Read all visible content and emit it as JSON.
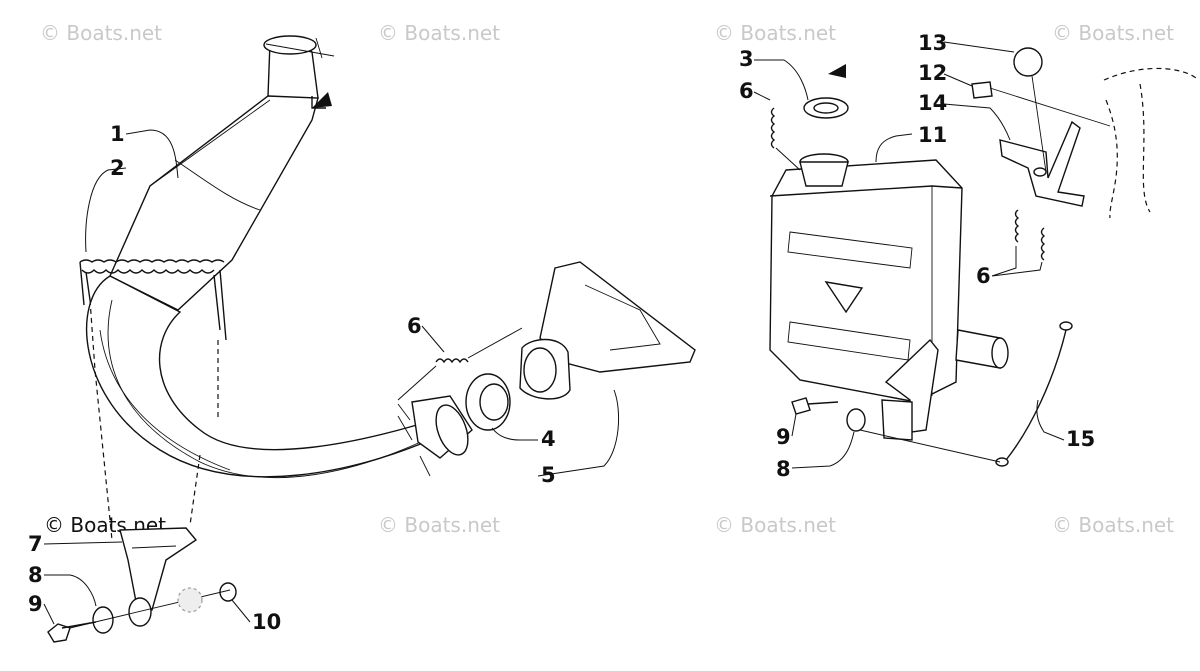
{
  "watermarks": [
    "© Boats.net",
    "© Boats.net",
    "© Boats.net",
    "© Boats.net",
    "© Boats.net",
    "© Boats.net",
    "© Boats.net",
    "© Boats.net"
  ],
  "callouts": {
    "left": {
      "c1": "1",
      "c2": "2",
      "c6": "6",
      "c4": "4",
      "c5": "5",
      "c7": "7",
      "c8": "8",
      "c9": "9",
      "c10": "10"
    },
    "right": {
      "c13": "13",
      "c3": "3",
      "c12": "12",
      "c6a": "6",
      "c14": "14",
      "c11": "11",
      "c6b": "6",
      "c9": "9",
      "c8": "8",
      "c15": "15"
    }
  }
}
